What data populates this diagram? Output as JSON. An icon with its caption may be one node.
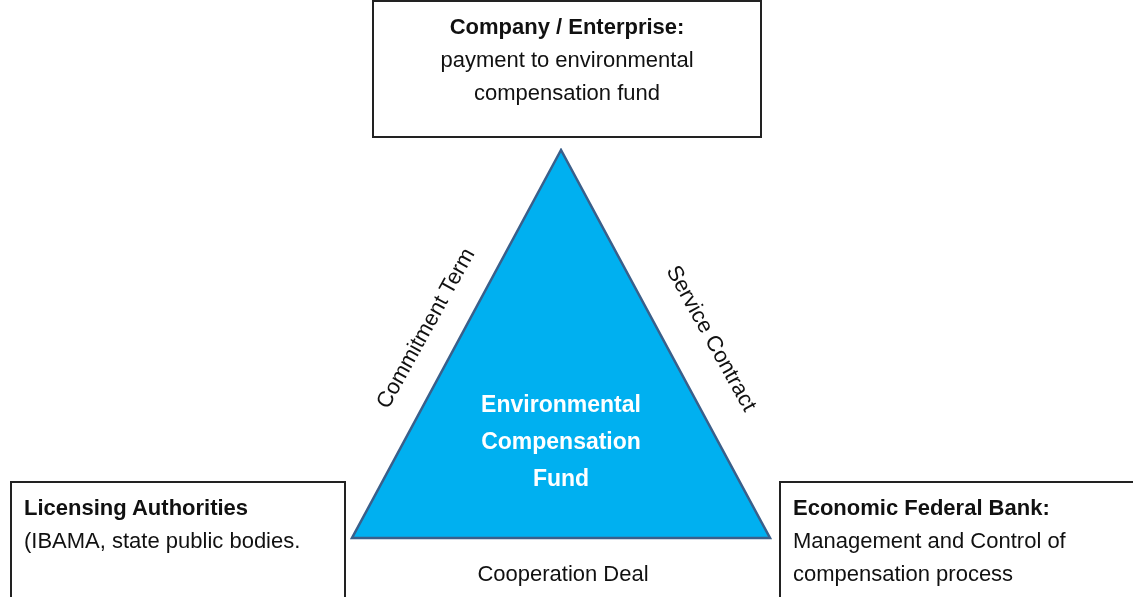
{
  "diagram": {
    "nodes": [
      {
        "text": [
          "Company / Enterprise:",
          "payment to environmental compensation fund"
        ]
      },
      {
        "text": [
          "Environmental Compensation Fund"
        ]
      },
      {
        "text": [
          "Licensing Authorities",
          "(IBAMA, state public bodies."
        ]
      },
      {
        "text": [
          "Economic Federal Bank:",
          "Management and Control of compensation process"
        ]
      }
    ],
    "labels": [
      "Commitment Term",
      "Service Contract",
      "Cooperation Deal"
    ]
  }
}
